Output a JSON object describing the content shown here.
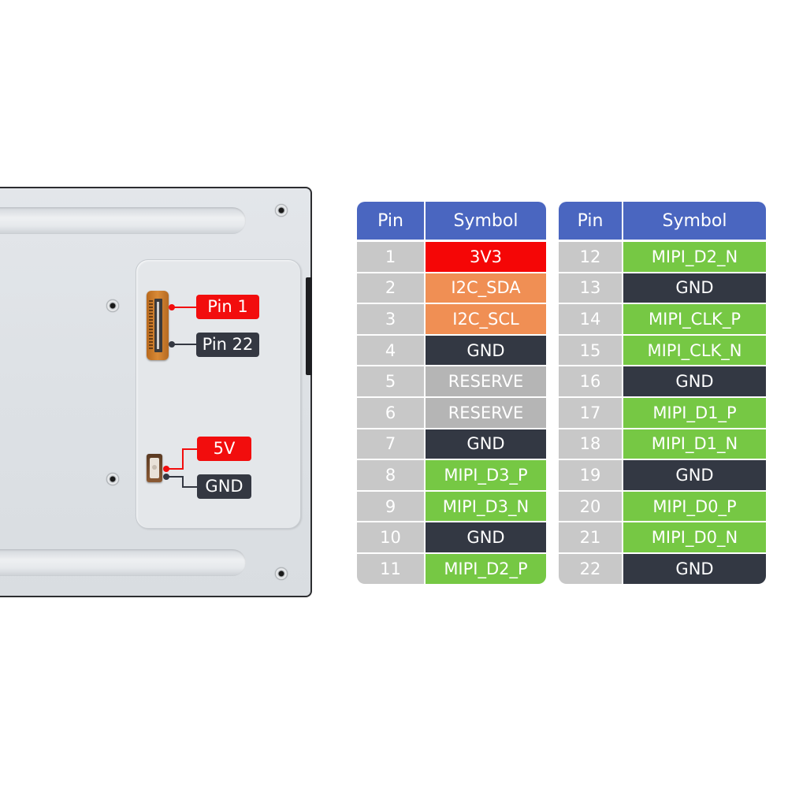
{
  "board": {
    "labels": {
      "pin1": "Pin 1",
      "pin22": "Pin 22",
      "v5": "5V",
      "gnd": "GND"
    }
  },
  "tables": {
    "header": {
      "pin": "Pin",
      "symbol": "Symbol"
    },
    "left": [
      {
        "pin": "1",
        "symbol": "3V3",
        "type": "power-3v3"
      },
      {
        "pin": "2",
        "symbol": "I2C_SDA",
        "type": "i2c"
      },
      {
        "pin": "3",
        "symbol": "I2C_SCL",
        "type": "i2c"
      },
      {
        "pin": "4",
        "symbol": "GND",
        "type": "gnd"
      },
      {
        "pin": "5",
        "symbol": "RESERVE",
        "type": "reserve"
      },
      {
        "pin": "6",
        "symbol": "RESERVE",
        "type": "reserve"
      },
      {
        "pin": "7",
        "symbol": "GND",
        "type": "gnd"
      },
      {
        "pin": "8",
        "symbol": "MIPI_D3_P",
        "type": "mipi"
      },
      {
        "pin": "9",
        "symbol": "MIPI_D3_N",
        "type": "mipi"
      },
      {
        "pin": "10",
        "symbol": "GND",
        "type": "gnd"
      },
      {
        "pin": "11",
        "symbol": "MIPI_D2_P",
        "type": "mipi"
      }
    ],
    "right": [
      {
        "pin": "12",
        "symbol": "MIPI_D2_N",
        "type": "mipi"
      },
      {
        "pin": "13",
        "symbol": "GND",
        "type": "gnd"
      },
      {
        "pin": "14",
        "symbol": "MIPI_CLK_P",
        "type": "mipi"
      },
      {
        "pin": "15",
        "symbol": "MIPI_CLK_N",
        "type": "mipi"
      },
      {
        "pin": "16",
        "symbol": "GND",
        "type": "gnd"
      },
      {
        "pin": "17",
        "symbol": "MIPI_D1_P",
        "type": "mipi"
      },
      {
        "pin": "18",
        "symbol": "MIPI_D1_N",
        "type": "mipi"
      },
      {
        "pin": "19",
        "symbol": "GND",
        "type": "gnd"
      },
      {
        "pin": "20",
        "symbol": "MIPI_D0_P",
        "type": "mipi"
      },
      {
        "pin": "21",
        "symbol": "MIPI_D0_N",
        "type": "mipi"
      },
      {
        "pin": "22",
        "symbol": "GND",
        "type": "gnd"
      }
    ]
  },
  "colors": {
    "header": "#4a66c0",
    "pin_cell": "#c8c8c8",
    "power-3v3": "#f50606",
    "i2c": "#f08f54",
    "gnd": "#333843",
    "reserve": "#b5b5b5",
    "mipi": "#76c844",
    "label_red": "#f20d0d",
    "label_dark": "#343842"
  }
}
